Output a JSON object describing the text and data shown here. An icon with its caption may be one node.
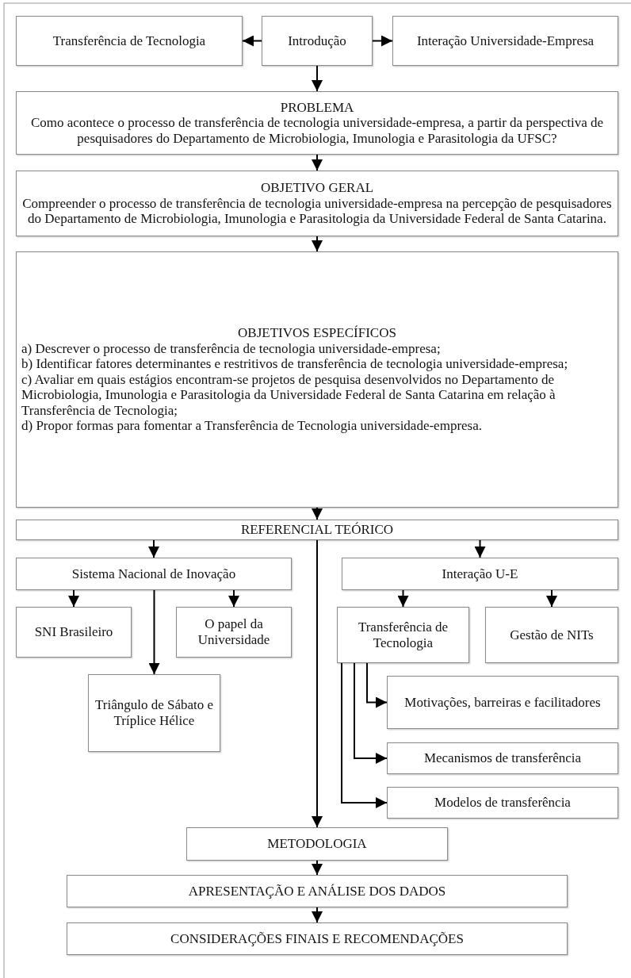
{
  "diagram": {
    "nodes": [
      {
        "text": [
          "Transferência de Tecnologia"
        ]
      },
      {
        "text": [
          "Introdução"
        ]
      },
      {
        "text": [
          "Interação Universidade-Empresa"
        ]
      },
      {
        "text": [
          "PROBLEMA",
          "Como acontece o processo de transferência de tecnologia universidade-empresa, a partir da perspectiva de pesquisadores do Departamento de Microbiologia, Imunologia e Parasitologia da UFSC?"
        ]
      },
      {
        "text": [
          "OBJETIVO GERAL",
          "Compreender o processo de transferência de tecnologia universidade-empresa na percepção de pesquisadores do Departamento de Microbiologia, Imunologia e Parasitologia da Universidade Federal de Santa Catarina."
        ]
      },
      {
        "text": [
          "OBJETIVOS ESPECÍFICOS",
          "a) Descrever o processo de transferência de tecnologia universidade-empresa;",
          "b) Identificar fatores determinantes e restritivos de transferência de tecnologia universidade-empresa;",
          "c) Avaliar em quais estágios encontram-se projetos de pesquisa desenvolvidos no Departamento de Microbiologia, Imunologia e Parasitologia da Universidade Federal de Santa Catarina em relação à Transferência de Tecnologia;",
          "d) Propor formas para fomentar a Transferência de Tecnologia universidade-empresa."
        ]
      },
      {
        "text": [
          "REFERENCIAL TEÓRICO"
        ]
      },
      {
        "text": [
          "Sistema Nacional de Inovação"
        ]
      },
      {
        "text": [
          "Interação U-E"
        ]
      },
      {
        "text": [
          "SNI Brasileiro"
        ]
      },
      {
        "text": [
          "O papel da Universidade"
        ]
      },
      {
        "text": [
          "Triângulo de Sábato e Tríplice Hélice"
        ]
      },
      {
        "text": [
          "Transferência de Tecnologia"
        ]
      },
      {
        "text": [
          "Gestão de NITs"
        ]
      },
      {
        "text": [
          "Motivações, barreiras e facilitadores"
        ]
      },
      {
        "text": [
          "Mecanismos de transferência"
        ]
      },
      {
        "text": [
          "Modelos de transferência"
        ]
      },
      {
        "text": [
          "METODOLOGIA"
        ]
      },
      {
        "text": [
          "APRESENTAÇÃO E ANÁLISE DOS DADOS"
        ]
      },
      {
        "text": [
          "CONSIDERAÇÕES FINAIS E RECOMENDAÇÕES"
        ]
      }
    ],
    "edges": [
      {
        "from": 1,
        "to": 0,
        "arrow": "to"
      },
      {
        "from": 1,
        "to": 2,
        "arrow": "to"
      },
      {
        "from": 1,
        "to": 3,
        "arrow": "to"
      },
      {
        "from": 3,
        "to": 4,
        "arrow": "to"
      },
      {
        "from": 4,
        "to": 5,
        "arrow": "to"
      },
      {
        "from": 5,
        "to": 6,
        "arrow": "to"
      },
      {
        "from": 6,
        "to": 7,
        "arrow": "to"
      },
      {
        "from": 6,
        "to": 8,
        "arrow": "to"
      },
      {
        "from": 6,
        "to": 17,
        "arrow": "to"
      },
      {
        "from": 7,
        "to": 9,
        "arrow": "to"
      },
      {
        "from": 7,
        "to": 10,
        "arrow": "to"
      },
      {
        "from": 7,
        "to": 11,
        "arrow": "to"
      },
      {
        "from": 8,
        "to": 12,
        "arrow": "to"
      },
      {
        "from": 8,
        "to": 13,
        "arrow": "to"
      },
      {
        "from": 12,
        "to": 14,
        "arrow": "to"
      },
      {
        "from": 12,
        "to": 15,
        "arrow": "to"
      },
      {
        "from": 12,
        "to": 16,
        "arrow": "to"
      },
      {
        "from": 17,
        "to": 18,
        "arrow": "to"
      },
      {
        "from": 18,
        "to": 19,
        "arrow": "to"
      }
    ]
  }
}
